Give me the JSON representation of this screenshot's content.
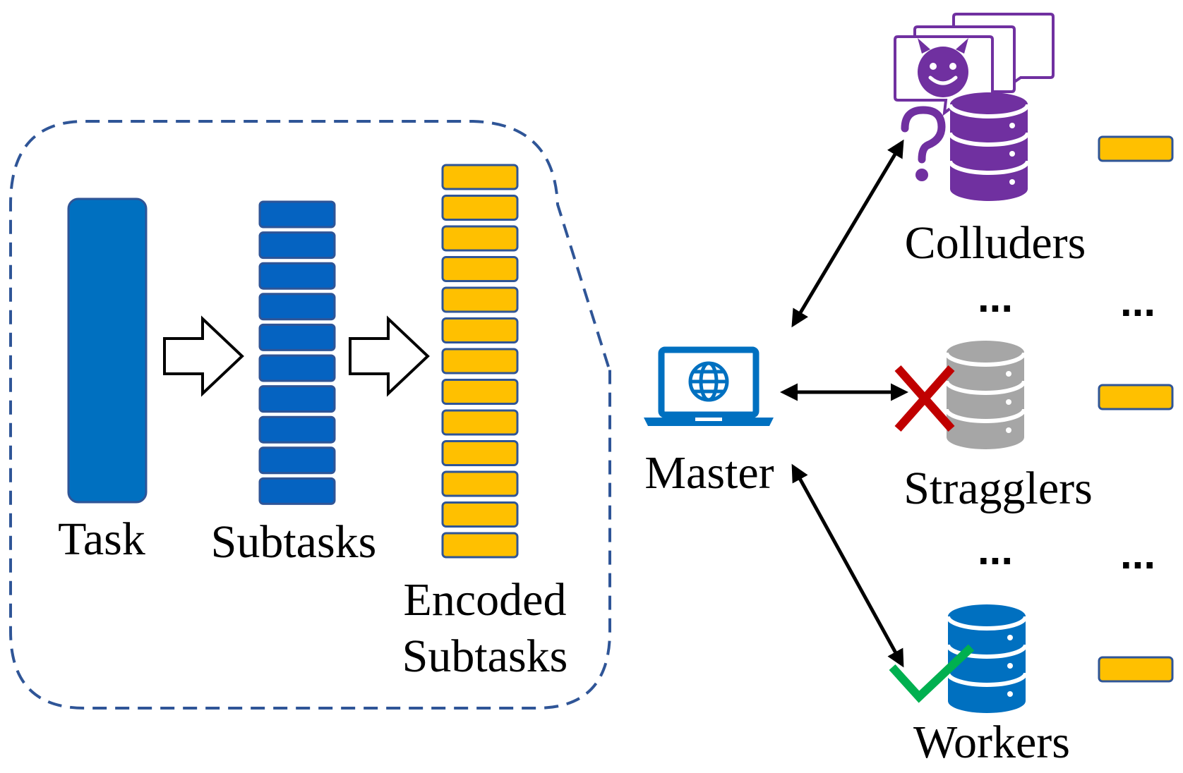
{
  "labels": {
    "task": "Task",
    "subtasks": "Subtasks",
    "encoded_line1": "Encoded",
    "encoded_line2": "Subtasks",
    "master": "Master",
    "colluders": "Colluders",
    "stragglers": "Stragglers",
    "workers": "Workers",
    "ellipsis": "..."
  },
  "counts": {
    "subtask_blocks": 10,
    "encoded_blocks": 13
  },
  "icons": {
    "master": "laptop-globe-icon",
    "colluder": "devil-database-icon",
    "straggler": "database-cross-icon",
    "worker": "database-check-icon"
  },
  "colors": {
    "task_blue": "#0070C0",
    "subtask_blue": "#0563C1",
    "encoded_gold": "#FFC000",
    "border_blue": "#2F5597",
    "colluder_purple": "#7030A0",
    "straggler_gray": "#A6A6A6",
    "worker_blue": "#0070C0",
    "cross_red": "#C00000",
    "check_green": "#00B050"
  }
}
